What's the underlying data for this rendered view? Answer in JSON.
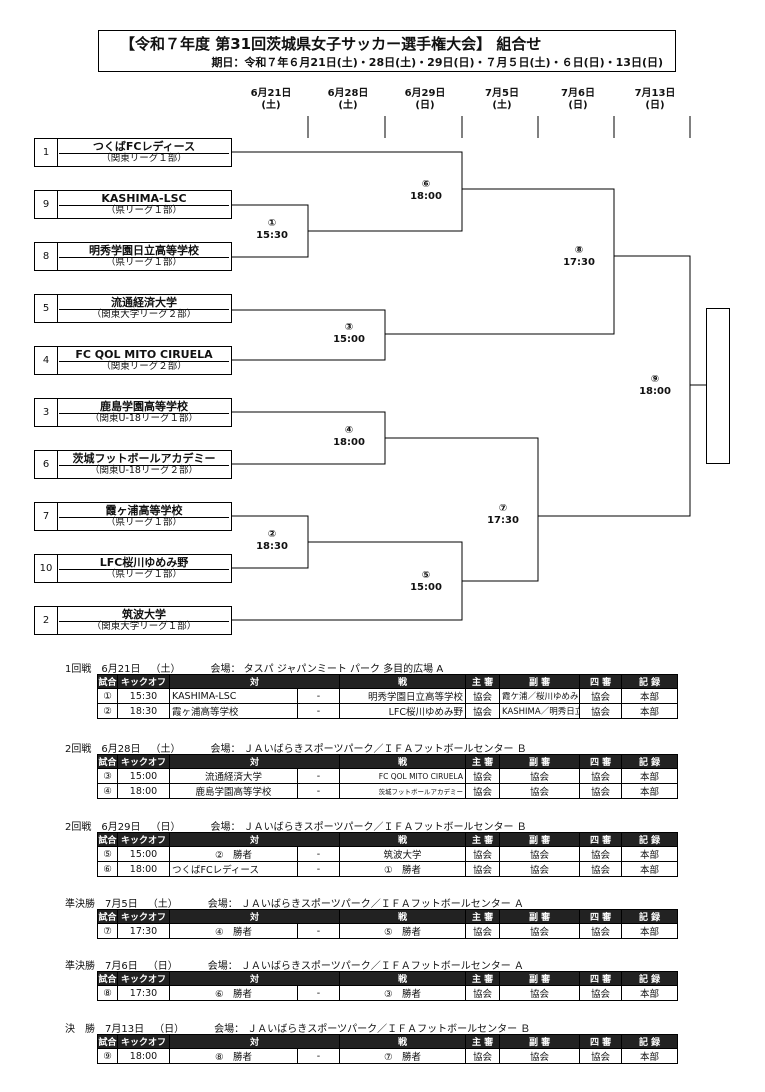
{
  "title": "【令和７年度 第31回茨城県女子サッカー選手権大会】 組合せ",
  "period": "期日：令和７年６月21日(土)・28日(土)・29日(日)・７月５日(土)・６日(日)・13日(日)",
  "rounds": [
    {
      "date": "6月21日",
      "dow": "(土)"
    },
    {
      "date": "6月28日",
      "dow": "(土)"
    },
    {
      "date": "6月29日",
      "dow": "(日)"
    },
    {
      "date": "7月5日",
      "dow": "(土)"
    },
    {
      "date": "7月6日",
      "dow": "(日)"
    },
    {
      "date": "7月13日",
      "dow": "(日)"
    }
  ],
  "teams": [
    {
      "seed": "1",
      "name": "つくばFCレディース",
      "league": "（関東リーグ１部）"
    },
    {
      "seed": "9",
      "name": "KASHIMA-LSC",
      "league": "（県リーグ１部）"
    },
    {
      "seed": "8",
      "name": "明秀学園日立高等学校",
      "league": "（県リーグ１部）"
    },
    {
      "seed": "5",
      "name": "流通経済大学",
      "league": "（関東大学リーグ２部）"
    },
    {
      "seed": "4",
      "name": "FC QOL MITO CIRUELA",
      "league": "（関東リーグ２部）"
    },
    {
      "seed": "3",
      "name": "鹿島学園高等学校",
      "league": "（関東U-18リーグ１部）"
    },
    {
      "seed": "6",
      "name": "茨城フットボールアカデミー",
      "league": "（関東U-18リーグ２部）"
    },
    {
      "seed": "7",
      "name": "霞ヶ浦高等学校",
      "league": "（県リーグ１部）"
    },
    {
      "seed": "10",
      "name": "LFC桜川ゆめみ野",
      "league": "（県リーグ１部）"
    },
    {
      "seed": "2",
      "name": "筑波大学",
      "league": "（関東大学リーグ１部）"
    }
  ],
  "matches": [
    {
      "no": "①",
      "time": "15:30"
    },
    {
      "no": "②",
      "time": "18:30"
    },
    {
      "no": "③",
      "time": "15:00"
    },
    {
      "no": "④",
      "time": "18:00"
    },
    {
      "no": "⑤",
      "time": "15:00"
    },
    {
      "no": "⑥",
      "time": "18:00"
    },
    {
      "no": "⑦",
      "time": "17:30"
    },
    {
      "no": "⑧",
      "time": "17:30"
    },
    {
      "no": "⑨",
      "time": "18:00"
    }
  ],
  "table_headers": {
    "no": "試合",
    "kickoff": "キックオフ",
    "vs1": "対",
    "vs2": "戦",
    "main_ref": "主 審",
    "sub_ref": "副 審",
    "fourth": "四 審",
    "record": "記 録"
  },
  "sections": [
    {
      "round": "1回戦",
      "date": "6月21日",
      "dow": "（土）",
      "venue": "会場： タスパ ジャパンミート パーク 多目的広場 A",
      "rows": [
        {
          "no": "①",
          "time": "15:30",
          "home": "KASHIMA-LSC",
          "sep": "-",
          "away": "明秀学園日立高等学校",
          "main": "協会",
          "sub": "霞ケ浦／桜川ゆめみ野",
          "fourth": "協会",
          "record": "本部"
        },
        {
          "no": "②",
          "time": "18:30",
          "home": "霞ヶ浦高等学校",
          "sep": "-",
          "away": "LFC桜川ゆめみ野",
          "main": "協会",
          "sub": "KASHIMA／明秀日立",
          "fourth": "協会",
          "record": "本部"
        }
      ]
    },
    {
      "round": "2回戦",
      "date": "6月28日",
      "dow": "（土）",
      "venue": "会場： ＪＡいばらきスポーツパーク／ＩＦＡフットボールセンター Ｂ",
      "rows": [
        {
          "no": "③",
          "time": "15:00",
          "home": "流通経済大学",
          "sep": "-",
          "away": "FC QOL MITO CIRUELA",
          "main": "協会",
          "sub": "協会",
          "fourth": "協会",
          "record": "本部"
        },
        {
          "no": "④",
          "time": "18:00",
          "home": "鹿島学園高等学校",
          "sep": "-",
          "away": "茨城フットボールアカデミー",
          "main": "協会",
          "sub": "協会",
          "fourth": "協会",
          "record": "本部"
        }
      ]
    },
    {
      "round": "2回戦",
      "date": "6月29日",
      "dow": "（日）",
      "venue": "会場： ＪＡいばらきスポーツパーク／ＩＦＡフットボールセンター Ｂ",
      "rows": [
        {
          "no": "⑤",
          "time": "15:00",
          "home": "②　勝者",
          "sep": "-",
          "away": "筑波大学",
          "main": "協会",
          "sub": "協会",
          "fourth": "協会",
          "record": "本部"
        },
        {
          "no": "⑥",
          "time": "18:00",
          "home": "つくばFCレディース",
          "sep": "-",
          "away": "①　勝者",
          "main": "協会",
          "sub": "協会",
          "fourth": "協会",
          "record": "本部"
        }
      ]
    },
    {
      "round": "準決勝",
      "date": "7月5日",
      "dow": "（土）",
      "venue": "会場： ＪＡいばらきスポーツパーク／ＩＦＡフットボールセンター Ａ",
      "rows": [
        {
          "no": "⑦",
          "time": "17:30",
          "home": "④　勝者",
          "sep": "-",
          "away": "⑤　勝者",
          "main": "協会",
          "sub": "協会",
          "fourth": "協会",
          "record": "本部"
        }
      ]
    },
    {
      "round": "準決勝",
      "date": "7月6日",
      "dow": "（日）",
      "venue": "会場： ＪＡいばらきスポーツパーク／ＩＦＡフットボールセンター Ａ",
      "rows": [
        {
          "no": "⑧",
          "time": "17:30",
          "home": "⑥　勝者",
          "sep": "-",
          "away": "③　勝者",
          "main": "協会",
          "sub": "協会",
          "fourth": "協会",
          "record": "本部"
        }
      ]
    },
    {
      "round": "決　勝",
      "date": "7月13日",
      "dow": "（日）",
      "venue": "会場： ＪＡいばらきスポーツパーク／ＩＦＡフットボールセンター Ｂ",
      "rows": [
        {
          "no": "⑨",
          "time": "18:00",
          "home": "⑧　勝者",
          "sep": "-",
          "away": "⑦　勝者",
          "main": "協会",
          "sub": "協会",
          "fourth": "協会",
          "record": "本部"
        }
      ]
    }
  ]
}
